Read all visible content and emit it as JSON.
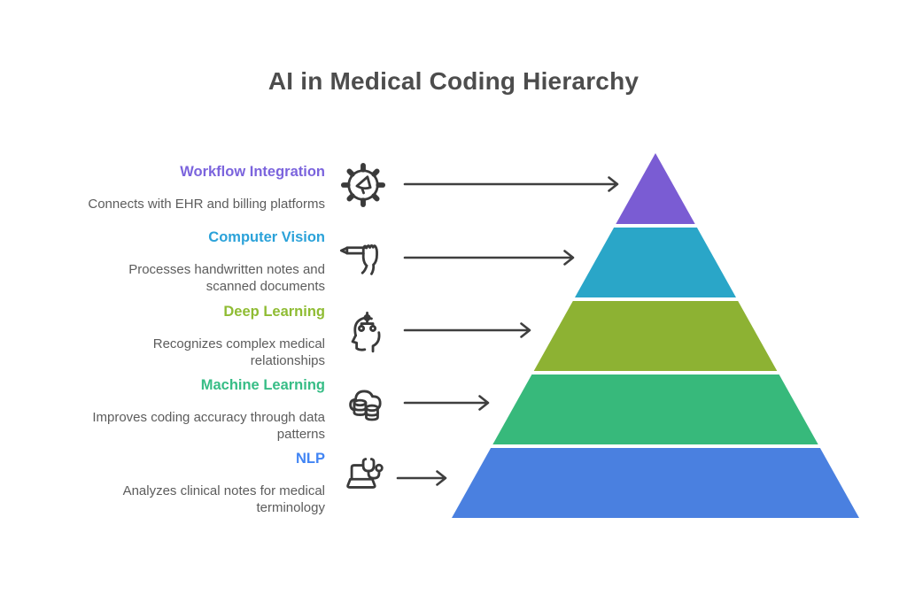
{
  "title": {
    "text": "AI in Medical Coding Hierarchy",
    "color": "#4d4d4d"
  },
  "levels": [
    {
      "name": "Workflow Integration",
      "description": "Connects with EHR and billing platforms",
      "label_color": "#7b64dd",
      "band_color": "#7a5cd3",
      "icon": "gear-megaphone-icon"
    },
    {
      "name": "Computer Vision",
      "description": "Processes handwritten notes and scanned documents",
      "label_color": "#2ba2d9",
      "band_color": "#2aa6c8",
      "icon": "hand-pen-icon"
    },
    {
      "name": "Deep Learning",
      "description": "Recognizes complex medical relationships",
      "label_color": "#8fbc33",
      "band_color": "#8db233",
      "icon": "head-network-icon"
    },
    {
      "name": "Machine Learning",
      "description": "Improves coding accuracy through data patterns",
      "label_color": "#37bd86",
      "band_color": "#37b97b",
      "icon": "cloud-database-icon"
    },
    {
      "name": "NLP",
      "description": "Analyzes clinical notes for medical terminology",
      "label_color": "#4285f4",
      "band_color": "#4a80e0",
      "icon": "laptop-stethoscope-icon"
    }
  ],
  "styles": {
    "arrow_color": "#3f3f3f",
    "icon_color": "#3a3a3a",
    "description_color": "#5c5c5c",
    "background": "#ffffff"
  }
}
